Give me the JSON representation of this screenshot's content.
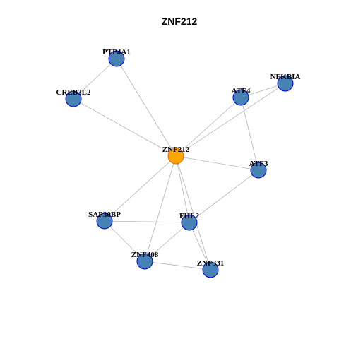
{
  "title": "ZNF212",
  "colors": {
    "center_fill": "#FFA500",
    "center_stroke": "#D2691E",
    "node_fill": "#4682B4",
    "node_stroke": "#0000CD",
    "edge": "#B3B3B3"
  },
  "nodes": [
    {
      "id": "ZNF212",
      "label": "ZNF212",
      "center": true
    },
    {
      "id": "PTP4A1",
      "label": "PTP4A1"
    },
    {
      "id": "CREB3L2",
      "label": "CREB3L2"
    },
    {
      "id": "NFKBIA",
      "label": "NFKBIA"
    },
    {
      "id": "ATF4",
      "label": "ATF4"
    },
    {
      "id": "ATF3",
      "label": "ATF3"
    },
    {
      "id": "SAP30BP",
      "label": "SAP30BP"
    },
    {
      "id": "FHL2",
      "label": "FHL2"
    },
    {
      "id": "ZNF408",
      "label": "ZNF408"
    },
    {
      "id": "ZNF331",
      "label": "ZNF331"
    }
  ],
  "edges": [
    [
      "ZNF212",
      "PTP4A1"
    ],
    [
      "ZNF212",
      "CREB3L2"
    ],
    [
      "ZNF212",
      "ATF4"
    ],
    [
      "ZNF212",
      "NFKBIA"
    ],
    [
      "ZNF212",
      "ATF3"
    ],
    [
      "ZNF212",
      "SAP30BP"
    ],
    [
      "ZNF212",
      "FHL2"
    ],
    [
      "ZNF212",
      "ZNF408"
    ],
    [
      "ZNF212",
      "ZNF331"
    ],
    [
      "PTP4A1",
      "CREB3L2"
    ],
    [
      "ATF4",
      "NFKBIA"
    ],
    [
      "ATF4",
      "ATF3"
    ],
    [
      "ATF3",
      "FHL2"
    ],
    [
      "SAP30BP",
      "FHL2"
    ],
    [
      "SAP30BP",
      "ZNF408"
    ],
    [
      "FHL2",
      "ZNF408"
    ],
    [
      "FHL2",
      "ZNF331"
    ],
    [
      "ZNF408",
      "ZNF331"
    ]
  ]
}
